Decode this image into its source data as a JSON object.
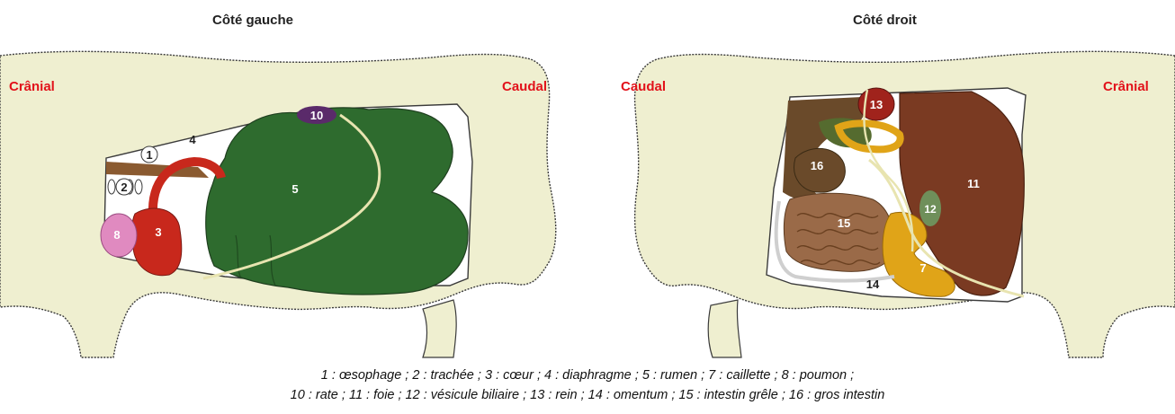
{
  "left_panel": {
    "title": "Côté gauche",
    "cranial_label": "Crânial",
    "caudal_label": "Caudal",
    "markers": {
      "n1": "1",
      "n2": "2",
      "n3": "3",
      "n4": "4",
      "n5": "5",
      "n8": "8",
      "n10": "10"
    }
  },
  "right_panel": {
    "title": "Côté droit",
    "caudal_label": "Caudal",
    "cranial_label": "Crânial",
    "markers": {
      "n7": "7",
      "n11": "11",
      "n12": "12",
      "n13": "13",
      "n14": "14",
      "n15": "15",
      "n16": "16"
    }
  },
  "legend": {
    "line1": "1 : œsophage ; 2 : trachée ; 3 : cœur ; 4 : diaphragme ; 5 : rumen ; 7 : caillette ; 8 : poumon ;",
    "line2": "10 : rate ; 11 : foie ; 12 : vésicule biliaire ; 13 : rein ; 14 : omentum ; 15 : intestin grêle ; 16 : gros intestin"
  },
  "colors": {
    "body": "#efefd0",
    "outline": "#3b3b3b",
    "label_red": "#e2121a",
    "rumen": "#2e6b2e",
    "heart": "#c8281c",
    "lung": "#e08ac0",
    "spleen": "#5a2a6a",
    "liver": "#7a3a22",
    "kidney": "#a0231c",
    "abomasum": "#e0a418",
    "gallbladder": "#6f8f5a",
    "intestine": "#9a6a48",
    "large_intestine": "#6a4a2a"
  }
}
